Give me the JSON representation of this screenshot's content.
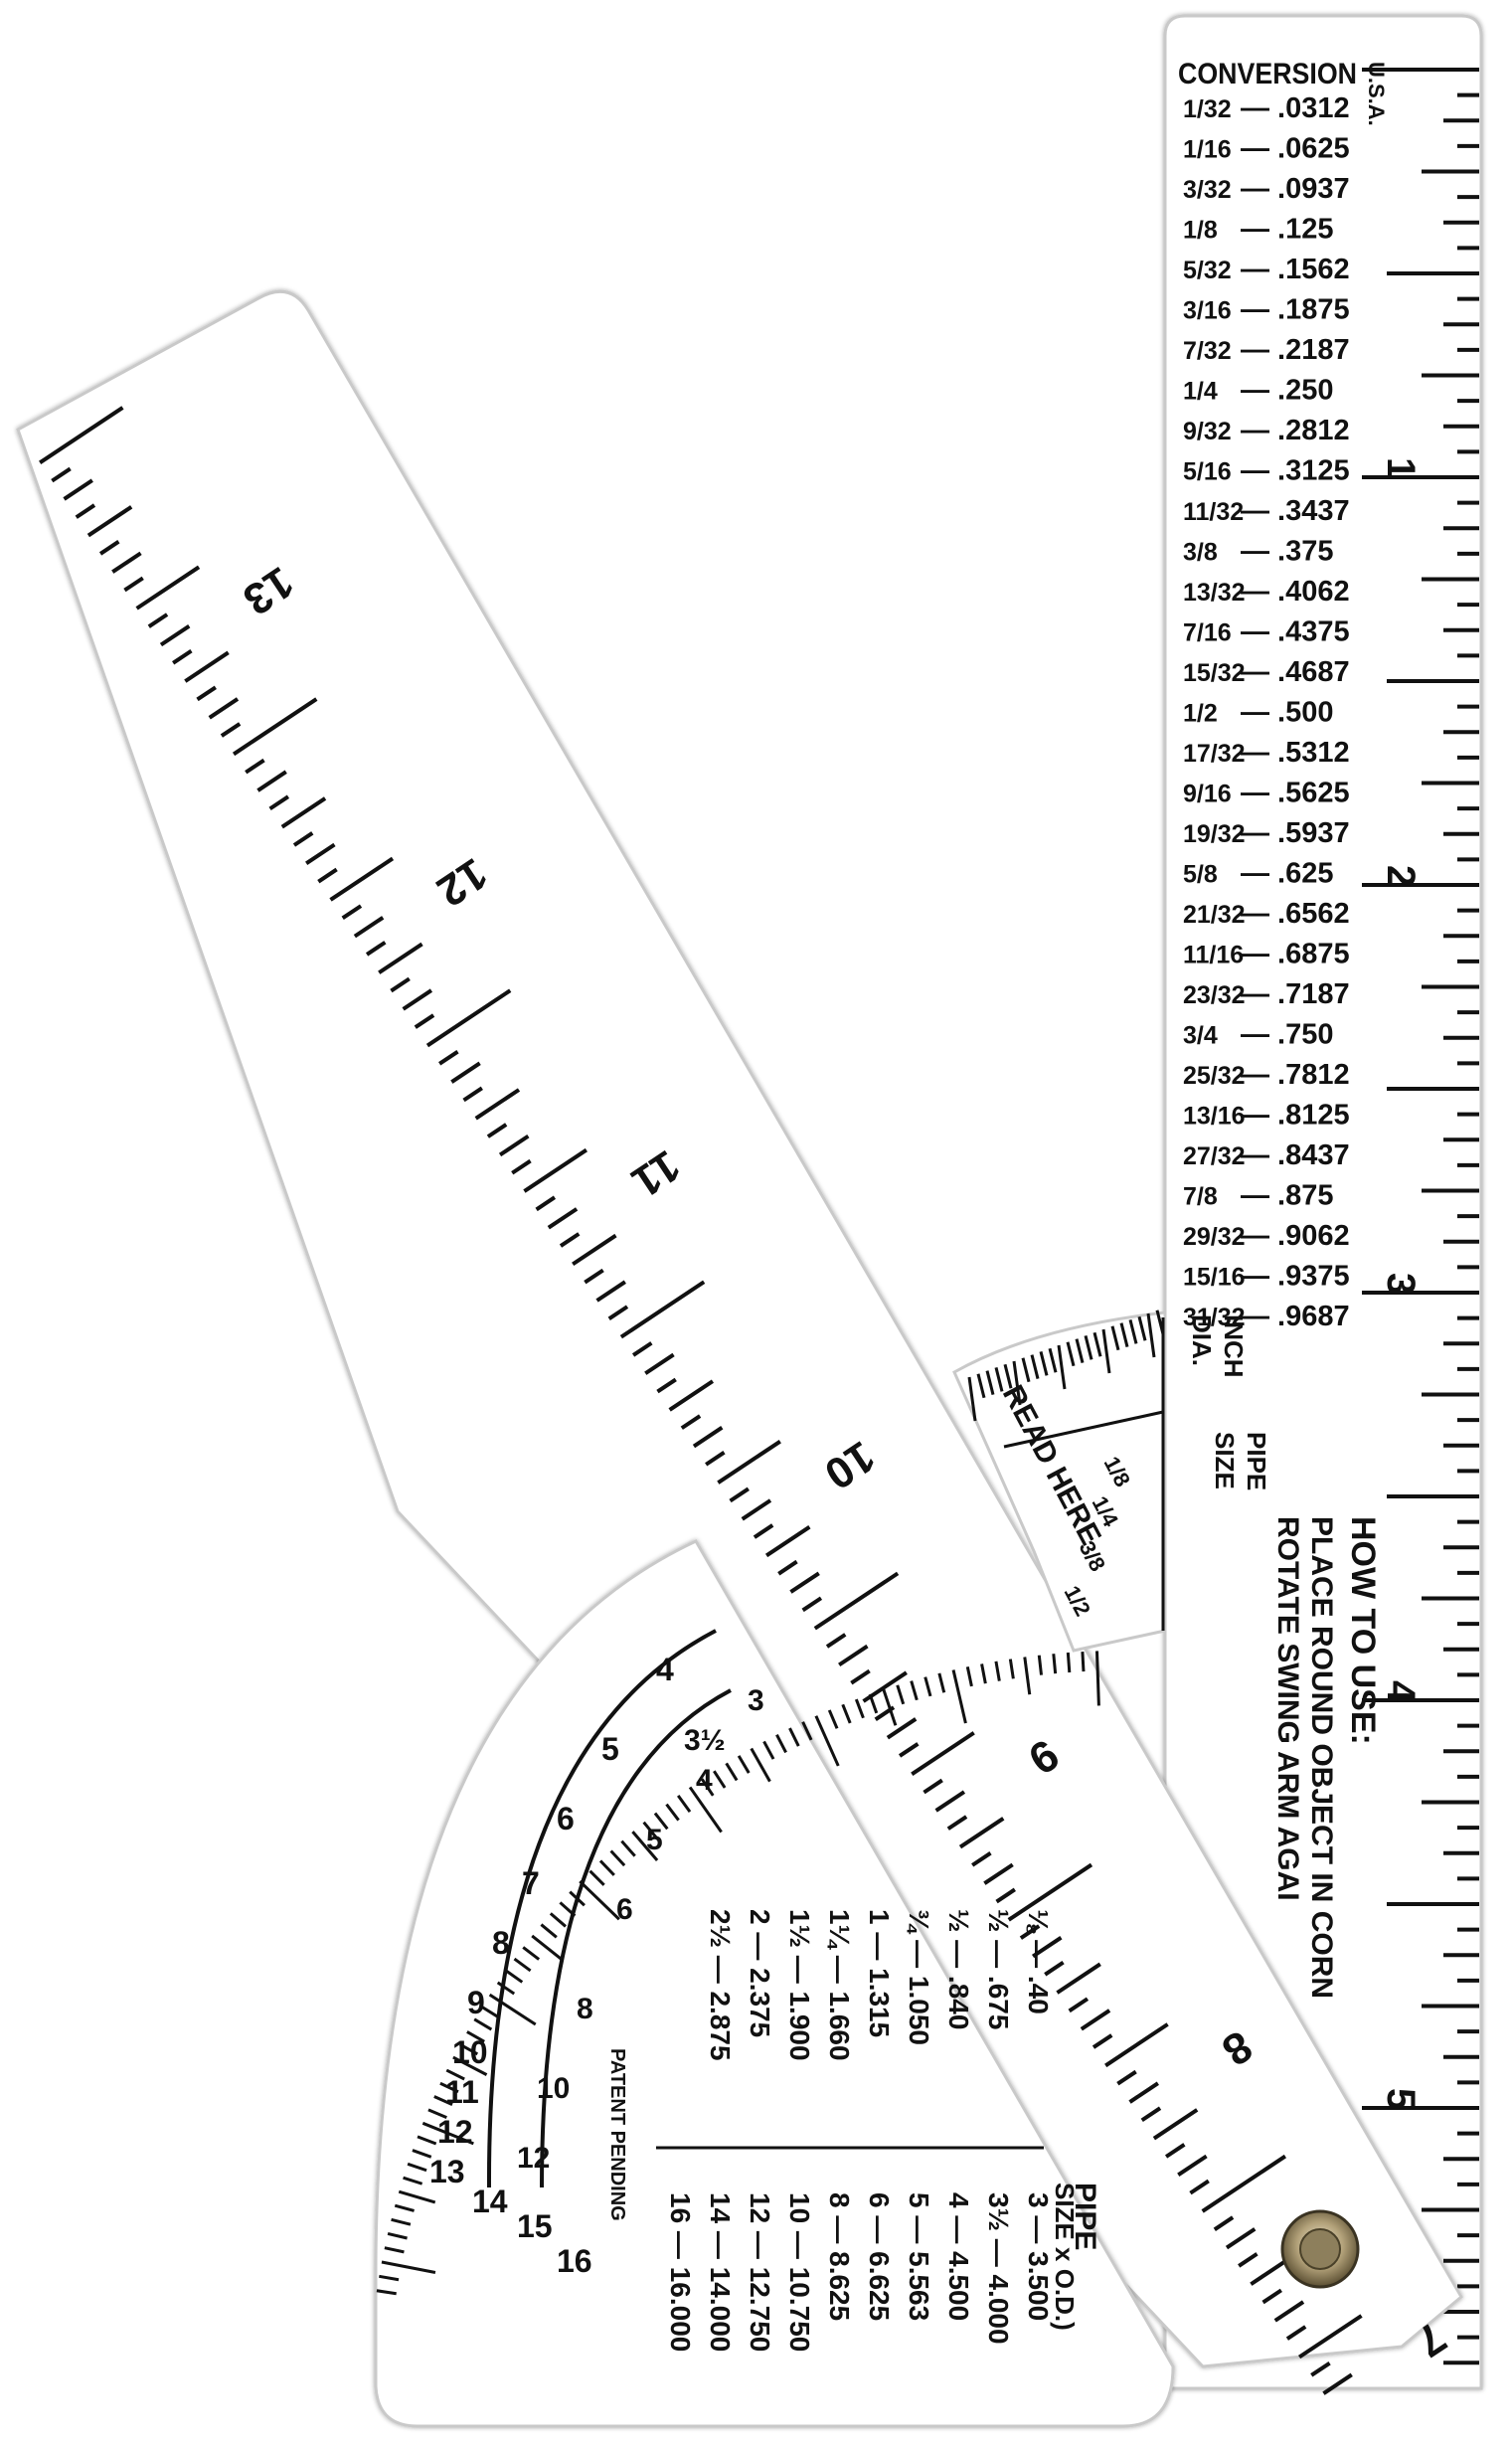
{
  "colors": {
    "plastic": "#ffffff",
    "ink": "#111111",
    "outline": "#c9c9c9",
    "rivet": "#b3a27a"
  },
  "conversion": {
    "title": "CONVERSION",
    "origin": "U.S.A.",
    "rows": [
      {
        "frac": "1/32",
        "dec": ".0312"
      },
      {
        "frac": "1/16",
        "dec": ".0625"
      },
      {
        "frac": "3/32",
        "dec": ".0937"
      },
      {
        "frac": "1/8",
        "dec": ".125"
      },
      {
        "frac": "5/32",
        "dec": ".1562"
      },
      {
        "frac": "3/16",
        "dec": ".1875"
      },
      {
        "frac": "7/32",
        "dec": ".2187"
      },
      {
        "frac": "1/4",
        "dec": ".250"
      },
      {
        "frac": "9/32",
        "dec": ".2812"
      },
      {
        "frac": "5/16",
        "dec": ".3125"
      },
      {
        "frac": "11/32",
        "dec": ".3437"
      },
      {
        "frac": "3/8",
        "dec": ".375"
      },
      {
        "frac": "13/32",
        "dec": ".4062"
      },
      {
        "frac": "7/16",
        "dec": ".4375"
      },
      {
        "frac": "15/32",
        "dec": ".4687"
      },
      {
        "frac": "1/2",
        "dec": ".500"
      },
      {
        "frac": "17/32",
        "dec": ".5312"
      },
      {
        "frac": "9/16",
        "dec": ".5625"
      },
      {
        "frac": "19/32",
        "dec": ".5937"
      },
      {
        "frac": "5/8",
        "dec": ".625"
      },
      {
        "frac": "21/32",
        "dec": ".6562"
      },
      {
        "frac": "11/16",
        "dec": ".6875"
      },
      {
        "frac": "23/32",
        "dec": ".7187"
      },
      {
        "frac": "3/4",
        "dec": ".750"
      },
      {
        "frac": "25/32",
        "dec": ".7812"
      },
      {
        "frac": "13/16",
        "dec": ".8125"
      },
      {
        "frac": "27/32",
        "dec": ".8437"
      },
      {
        "frac": "7/8",
        "dec": ".875"
      },
      {
        "frac": "29/32",
        "dec": ".9062"
      },
      {
        "frac": "15/16",
        "dec": ".9375"
      },
      {
        "frac": "31/32",
        "dec": ".9687"
      }
    ]
  },
  "right_scale": {
    "labels": [
      "1",
      "2",
      "3",
      "4",
      "5",
      "6"
    ]
  },
  "arm_scale": {
    "labels": [
      "13",
      "12",
      "11",
      "10",
      "9",
      "8",
      "7"
    ]
  },
  "instructions": {
    "title": "HOW TO USE:",
    "line1": "PLACE ROUND OBJECT IN CORN",
    "line2": "ROTATE SWING ARM AGAI"
  },
  "dial": {
    "inch_label": "INCH",
    "dia_label": "DIA.",
    "pipe_label": "PIPE",
    "size_label": "SIZE",
    "read_here": "READ HERE",
    "sizes": [
      "1/8",
      "1/4",
      "3/8",
      "1/2"
    ]
  },
  "protractor": {
    "outer_labels": [
      "4",
      "5",
      "6",
      "7",
      "8",
      "9",
      "10",
      "11",
      "12",
      "13",
      "14",
      "15",
      "16"
    ],
    "inner_labels": [
      "3",
      "3½",
      "4",
      "5",
      "6",
      "8",
      "10",
      "12"
    ]
  },
  "pipe_table": {
    "header": "PIPE",
    "subheader": "SIZE x O.D.)",
    "left": [
      "⅛ — .40",
      "½ — .675",
      "½ — .840",
      "¾ — 1.050",
      "1 — 1.315",
      "1¼ — 1.660",
      "1½ — 1.900",
      "2 — 2.375",
      "2½ — 2.875"
    ],
    "right": [
      "3 — 3.500",
      "3½ — 4.000",
      "4 — 4.500",
      "5 — 5.563",
      "6 — 6.625",
      "8 — 8.625",
      "10 — 10.750",
      "12 — 12.750",
      "14 — 14.000",
      "16 — 16.000"
    ],
    "patent": "PATENT PENDING"
  }
}
